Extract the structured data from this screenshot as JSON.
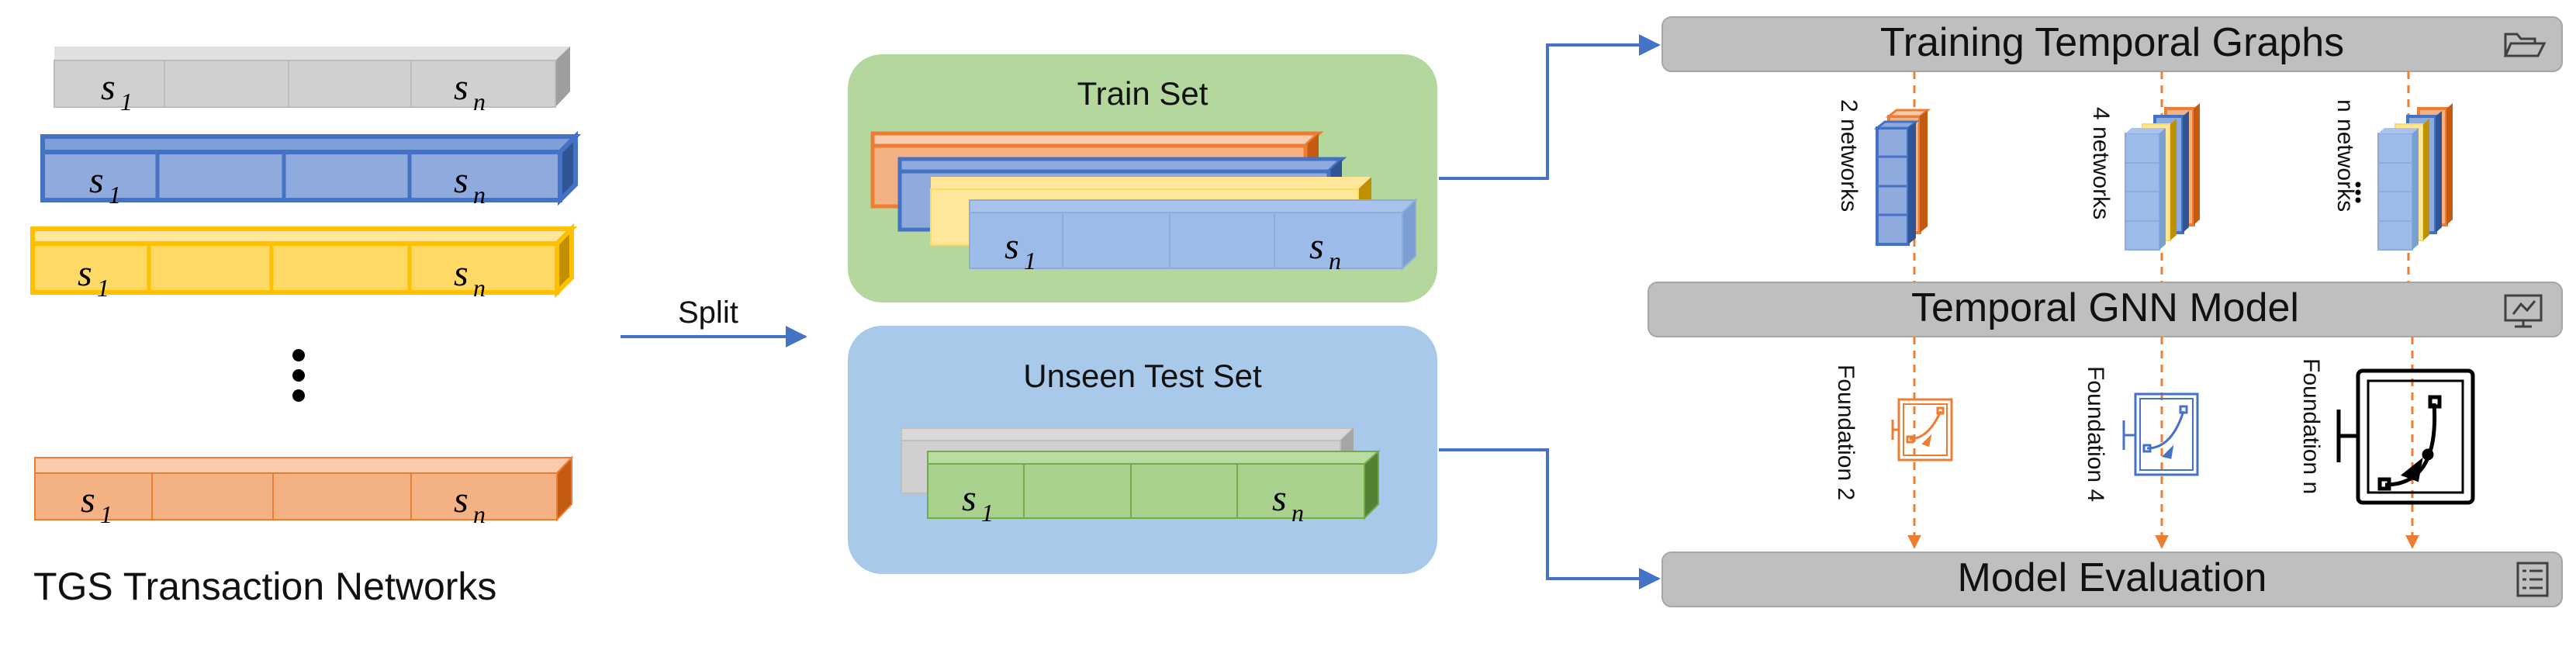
{
  "left_panel": {
    "caption": "TGS Transaction Networks",
    "snapshot_first": "s",
    "snapshot_first_sub": "1",
    "snapshot_last": "s",
    "snapshot_last_sub": "n"
  },
  "split_label": "Split",
  "train_set": {
    "title": "Train Set"
  },
  "test_set": {
    "title": "Unseen Test Set"
  },
  "pipeline": {
    "training_header": "Training Temporal Graphs",
    "model_header": "Temporal GNN Model",
    "evaluation_header": "Model Evaluation",
    "networks": [
      "2 networks",
      "4 networks",
      "n networks"
    ],
    "foundations": [
      "Foundation 2",
      "Foundation 4",
      "Foundation n"
    ]
  },
  "colors": {
    "gray": "#c8c8c8",
    "blue": "#8faadc",
    "blue_border": "#4472c4",
    "yellow": "#ffd966",
    "yellow_border": "#ffc000",
    "orange": "#f4b183",
    "orange_border": "#ed7d31",
    "green": "#a9d18e",
    "green_border": "#70ad47",
    "train_bg": "#b4d79e",
    "test_bg": "#a9c9ea",
    "arrow": "#4472c4",
    "header_bg": "#bfbfbf"
  },
  "icons": {
    "training_header": "folder-icon",
    "model_header": "monitor-chart-icon",
    "evaluation_header": "checklist-icon",
    "foundation": "model-curve-icon"
  }
}
